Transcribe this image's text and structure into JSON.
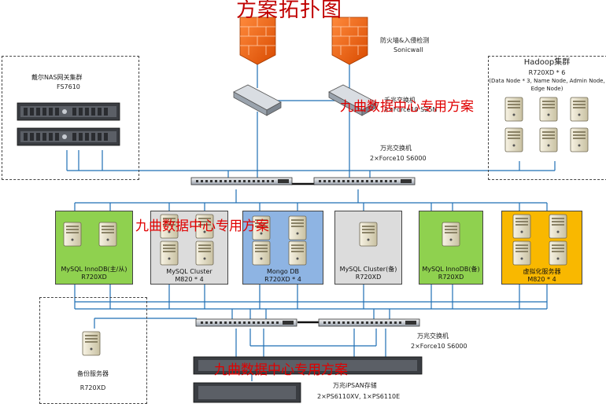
{
  "title": "方案拓扑图",
  "watermark": "九曲数据中心专用方案",
  "colors": {
    "link": "#1f6fb5",
    "green": "#8fd14f",
    "gray": "#dcdcdc",
    "blue": "#8eb4e3",
    "orange": "#f9b800"
  },
  "firewall": {
    "label": "防火墙&入侵检测",
    "model": "Sonicwall"
  },
  "core_switch": {
    "label": "千兆交换机",
    "model": "2×Force10 S25N"
  },
  "nas": {
    "label": "戴尔NAS网关集群",
    "model": "FS7610"
  },
  "hadoop": {
    "label": "Hadoop集群",
    "model": "R720XD * 6",
    "detail": "(Data Node * 3, Name Node, Admin Node,",
    "detail2": "Edge Node)"
  },
  "tenG_top": {
    "label": "万兆交换机",
    "model": "2×Force10 S6000"
  },
  "groups": [
    {
      "name": "MySQL InnoDB(主/从)",
      "model": "R720XD"
    },
    {
      "name": "MySQL Cluster",
      "model": "M820 * 4"
    },
    {
      "name": "Mongo DB",
      "model": "R720XD * 4"
    },
    {
      "name": "MySQL Cluster(备)",
      "model": "R720XD"
    },
    {
      "name": "MySQL InnoDB(备)",
      "model": "R720XD"
    },
    {
      "name": "虚拟化服务器",
      "model": "M820 * 4"
    }
  ],
  "backup": {
    "label": "备份服务器",
    "model": "R720XD"
  },
  "tenG_bottom": {
    "label": "万兆交换机",
    "model": "2×Force10 S6000"
  },
  "storage": {
    "label": "万兆iPSAN存储",
    "model": "2×PS6110XV, 1×PS6110E"
  }
}
